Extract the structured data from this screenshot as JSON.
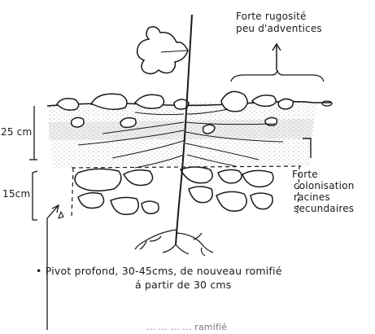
{
  "labels": {
    "surface_line1": "Forte rugosité",
    "surface_line2": "peu d'adventices",
    "depth_top": "25 cm",
    "depth_bottom": "15cm",
    "colonisation_line1": "Forte",
    "colonisation_line2": "colonisation",
    "colonisation_line3": "racines",
    "colonisation_line4": "secundaires",
    "pivot_line1": "• Pivot profond, 30-45cms, de nouveau romifié",
    "pivot_line2": "á partir de 30 cms",
    "cut_text": "... ... ... ... ramifié"
  },
  "colors": {
    "ink": "#1a1a1a",
    "soil_stipple": "#9a9a9a",
    "background": "#ffffff"
  }
}
